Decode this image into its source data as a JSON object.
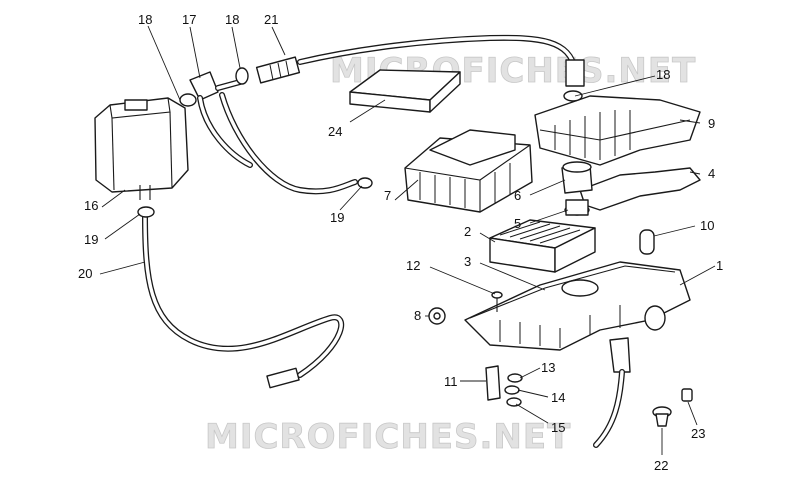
{
  "watermark": {
    "text": "MICROFICHES.NET",
    "color": "#d4d4d4"
  },
  "callouts": {
    "c1": "1",
    "c2": "2",
    "c3": "3",
    "c4": "4",
    "c5": "5",
    "c6": "6",
    "c7": "7",
    "c8": "8",
    "c9": "9",
    "c10": "10",
    "c11": "11",
    "c12": "12",
    "c13": "13",
    "c14": "14",
    "c15": "15",
    "c16": "16",
    "c17": "17",
    "c18a": "18",
    "c18b": "18",
    "c18c": "18",
    "c19a": "19",
    "c19b": "19",
    "c20": "20",
    "c21": "21",
    "c22": "22",
    "c23": "23",
    "c24": "24"
  },
  "colors": {
    "line": "#1a1a1a",
    "background": "#ffffff"
  }
}
